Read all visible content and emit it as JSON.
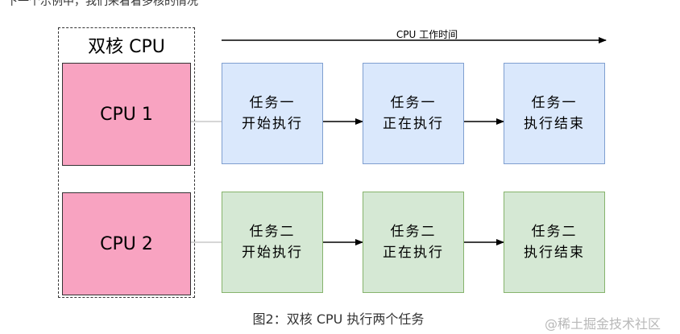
{
  "top_fragment": "下一个示例中，我们来看看多核的情况",
  "diagram": {
    "container_label": "双核 CPU",
    "timeline_label": "CPU 工作时间",
    "cpus": [
      {
        "label": "CPU 1"
      },
      {
        "label": "CPU 2"
      }
    ],
    "row1": [
      {
        "line1": "任务一",
        "line2": "开始执行"
      },
      {
        "line1": "任务一",
        "line2": "正在执行"
      },
      {
        "line1": "任务一",
        "line2": "执行结束"
      }
    ],
    "row2": [
      {
        "line1": "任务二",
        "line2": "开始执行"
      },
      {
        "line1": "任务二",
        "line2": "正在执行"
      },
      {
        "line1": "任务二",
        "line2": "执行结束"
      }
    ],
    "colors": {
      "cpu_fill": "#f8a3c1",
      "task1_fill": "#dae8fc",
      "task1_border": "#7f9fd0",
      "task2_fill": "#d5e8d4",
      "task2_border": "#86b36c"
    }
  },
  "caption": "图2：双核 CPU 执行两个任务",
  "watermark": "@稀土掘金技术社区"
}
